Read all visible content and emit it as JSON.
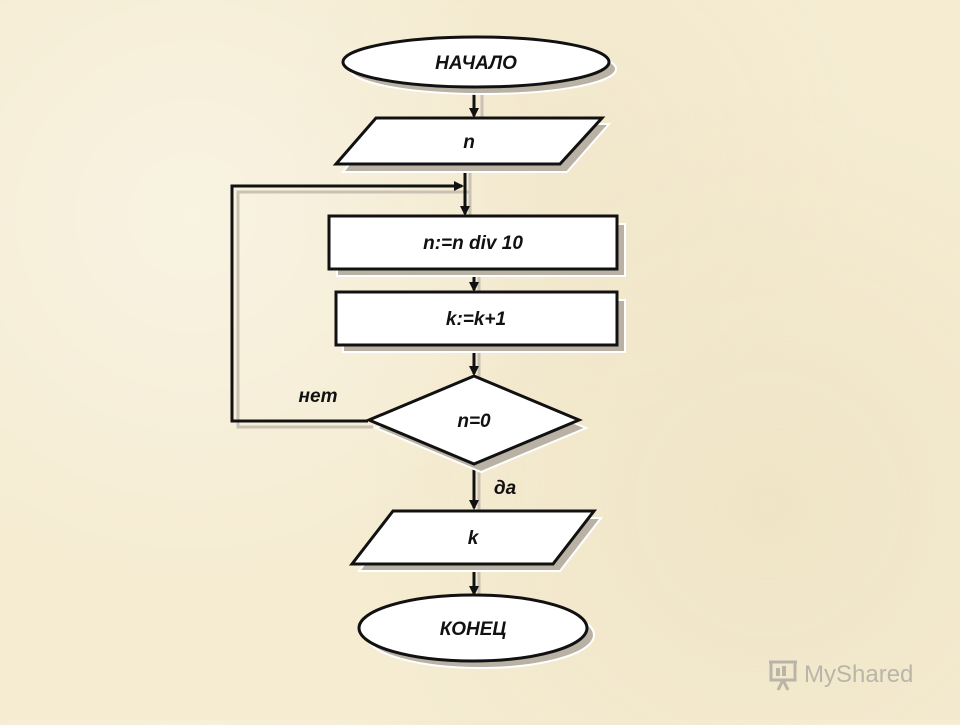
{
  "flowchart": {
    "start": "НАЧАЛО",
    "input": "n",
    "step_divide": "n:=n div 10",
    "step_count": "k:=k+1",
    "condition": "n=0",
    "branch_no": "нет",
    "branch_yes": "да",
    "output": "k",
    "end": "КОНЕЦ"
  },
  "watermark": {
    "text": "MyShared",
    "icon": "presentation-board-icon"
  },
  "colors": {
    "background": "#f5ecd2",
    "shape_fill": "#ffffff",
    "line": "#111111"
  }
}
